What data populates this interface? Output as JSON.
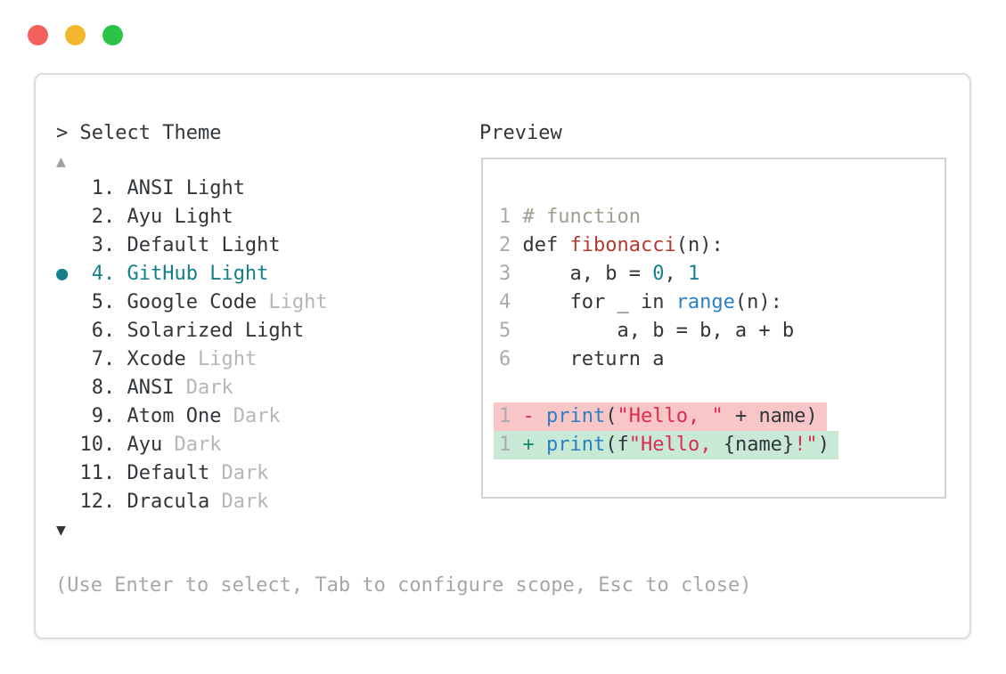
{
  "colors": {
    "accent_teal": "#12808a",
    "text_dark": "#31363a",
    "text_gray": "#b4b7b9",
    "footer_gray": "#a4a8ab",
    "line_number": "#a6abaf",
    "comment": "#9aa191",
    "function_red": "#b13a33",
    "number_teal": "#17828d",
    "builtin_blue": "#2b80c2",
    "string_red": "#da2d50",
    "plus_green": "#1b8a74",
    "removed_bg": "#f9c6c8",
    "added_bg": "#c8e9d5",
    "traffic_red": "#f2615c",
    "traffic_yellow": "#f3b72d",
    "traffic_green": "#2bc348"
  },
  "window_controls": {
    "close": "close",
    "minimize": "minimize",
    "maximize": "maximize"
  },
  "header": {
    "prompt_symbol": "> ",
    "title": "Select Theme"
  },
  "theme_list": {
    "scroll_up_symbol": "▲",
    "scroll_down_symbol": "▼",
    "selected_marker": "●",
    "items": [
      {
        "num": "1",
        "name": "ANSI Light",
        "dim": "",
        "selected": false
      },
      {
        "num": "2",
        "name": "Ayu Light",
        "dim": "",
        "selected": false
      },
      {
        "num": "3",
        "name": "Default Light",
        "dim": "",
        "selected": false
      },
      {
        "num": "4",
        "name": "GitHub Light",
        "dim": "",
        "selected": true
      },
      {
        "num": "5",
        "name": "Google Code",
        "dim": "Light",
        "selected": false
      },
      {
        "num": "6",
        "name": "Solarized Light",
        "dim": "",
        "selected": false
      },
      {
        "num": "7",
        "name": "Xcode",
        "dim": "Light",
        "selected": false
      },
      {
        "num": "8",
        "name": "ANSI",
        "dim": "Dark",
        "selected": false
      },
      {
        "num": "9",
        "name": "Atom One",
        "dim": "Dark",
        "selected": false
      },
      {
        "num": "10",
        "name": "Ayu",
        "dim": "Dark",
        "selected": false
      },
      {
        "num": "11",
        "name": "Default",
        "dim": "Dark",
        "selected": false
      },
      {
        "num": "12",
        "name": "Dracula",
        "dim": "Dark",
        "selected": false
      }
    ]
  },
  "preview": {
    "title": "Preview",
    "code_lines": [
      {
        "num": "1",
        "diff": "",
        "segments": [
          [
            "# function",
            "comment"
          ]
        ]
      },
      {
        "num": "2",
        "diff": "",
        "segments": [
          [
            "def ",
            "text"
          ],
          [
            "fibonacci",
            "func"
          ],
          [
            "(n):",
            "text"
          ]
        ]
      },
      {
        "num": "3",
        "diff": "",
        "segments": [
          [
            "    a, b = ",
            "text"
          ],
          [
            "0",
            "num"
          ],
          [
            ", ",
            "text"
          ],
          [
            "1",
            "num"
          ]
        ]
      },
      {
        "num": "4",
        "diff": "",
        "segments": [
          [
            "    for _ in ",
            "text"
          ],
          [
            "range",
            "builtin"
          ],
          [
            "(n):",
            "text"
          ]
        ]
      },
      {
        "num": "5",
        "diff": "",
        "segments": [
          [
            "        a, b = b, a + b",
            "text"
          ]
        ]
      },
      {
        "num": "6",
        "diff": "",
        "segments": [
          [
            "    return a",
            "text"
          ]
        ]
      },
      {
        "num": "",
        "diff": "",
        "segments": []
      },
      {
        "num": "1",
        "diff": "removed",
        "segments": [
          [
            "- ",
            "str"
          ],
          [
            "print",
            "builtin"
          ],
          [
            "(",
            "text"
          ],
          [
            "\"Hello, \"",
            "str"
          ],
          [
            " + name)",
            "text"
          ]
        ]
      },
      {
        "num": "1",
        "diff": "added",
        "segments": [
          [
            "+ ",
            "plus"
          ],
          [
            "print",
            "builtin"
          ],
          [
            "(f",
            "text"
          ],
          [
            "\"Hello, ",
            "str"
          ],
          [
            "{name}",
            "text"
          ],
          [
            "!\"",
            "str"
          ],
          [
            ")",
            "text"
          ]
        ]
      }
    ]
  },
  "footer": {
    "hint": "(Use Enter to select, Tab to configure scope, Esc to close)"
  }
}
